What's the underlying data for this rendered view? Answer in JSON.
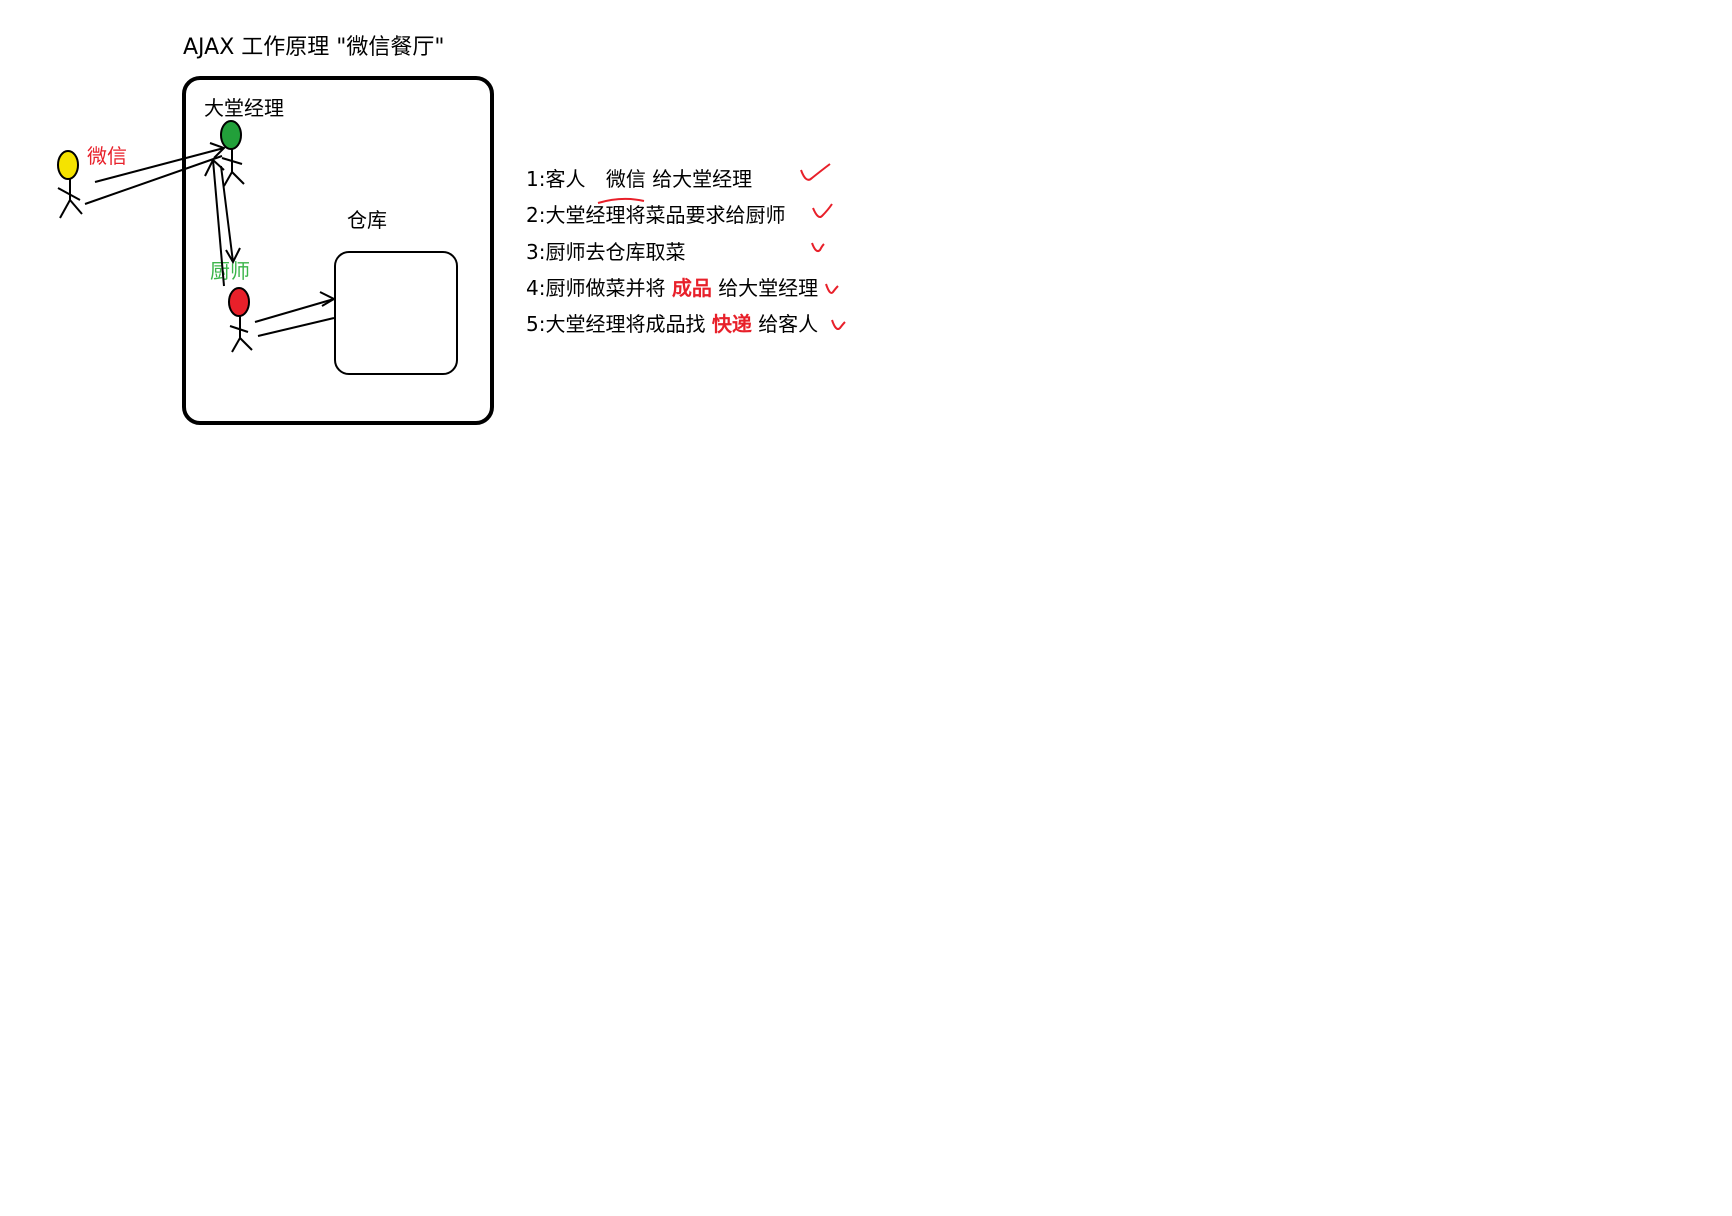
{
  "title": "AJAX 工作原理 \"微信餐厅\"",
  "labels": {
    "manager": "大堂经理",
    "wechat": "微信",
    "warehouse": "仓库",
    "chef": "厨师"
  },
  "steps": [
    {
      "prefix": "1:客人",
      "highlight": "",
      "middle": "微信",
      "suffix": " 给大堂经理"
    },
    {
      "prefix": "2:大堂经理将菜品要求给厨师",
      "highlight": "",
      "middle": "",
      "suffix": ""
    },
    {
      "prefix": "3:厨师去仓库取菜",
      "highlight": "",
      "middle": "",
      "suffix": ""
    },
    {
      "prefix": "4:厨师做菜并将",
      "highlight": "成品",
      "middle": "",
      "suffix": "给大堂经理"
    },
    {
      "prefix": "5:大堂经理将成品找",
      "highlight": "快递",
      "middle": "",
      "suffix": "给客人"
    }
  ],
  "colors": {
    "customer": "#f5e300",
    "manager": "#22a03a",
    "chef": "#e8202a",
    "wechat_text": "#e8202a",
    "chef_text": "#3bb54a",
    "check": "#e8202a",
    "ink": "#000000"
  }
}
